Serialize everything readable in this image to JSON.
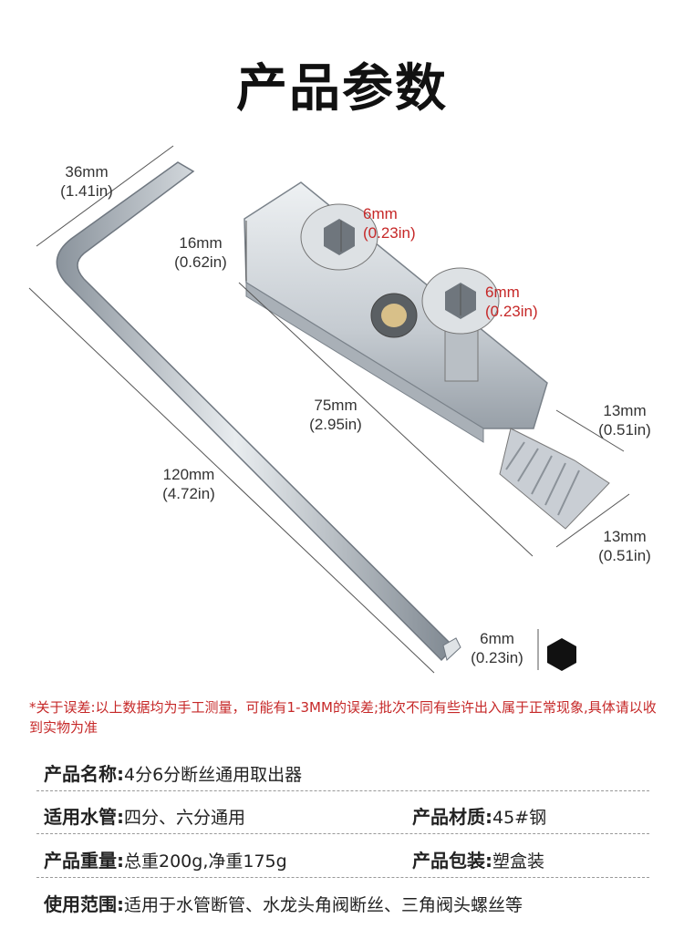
{
  "title": "产品参数",
  "dimensions": {
    "key_short_mm": "36mm",
    "key_short_in": "(1.41in)",
    "key_long_mm": "120mm",
    "key_long_in": "(4.72in)",
    "hex_mm": "6mm",
    "hex_in": "(0.23in)",
    "body_height_mm": "16mm",
    "body_height_in": "(0.62in)",
    "screw1_mm": "6mm",
    "screw1_in": "(0.23in)",
    "screw2_mm": "6mm",
    "screw2_in": "(0.23in)",
    "body_length_mm": "75mm",
    "body_length_in": "(2.95in)",
    "gear_width_mm": "13mm",
    "gear_width_in": "(0.51in)",
    "gear_length_mm": "13mm",
    "gear_length_in": "(0.51in)"
  },
  "note": "*关于误差:以上数据均为手工测量，可能有1-3MM的误差;批次不同有些许出入属于正常现象,具体请以收到实物为准",
  "specs": {
    "name_label": "产品名称:",
    "name_value": "4分6分断丝通用取出器",
    "pipe_label": "适用水管:",
    "pipe_value": "四分、六分通用",
    "material_label": "产品材质:",
    "material_value": "45#钢",
    "weight_label": "产品重量:",
    "weight_value": "总重200g,净重175g",
    "package_label": "产品包装:",
    "package_value": "塑盒装",
    "usage_label": "使用范围:",
    "usage_value": "适用于水管断管、水龙头角阀断丝、三角阀头螺丝等"
  },
  "colors": {
    "accent_red": "#c62828",
    "metal": "#c9ced4"
  }
}
